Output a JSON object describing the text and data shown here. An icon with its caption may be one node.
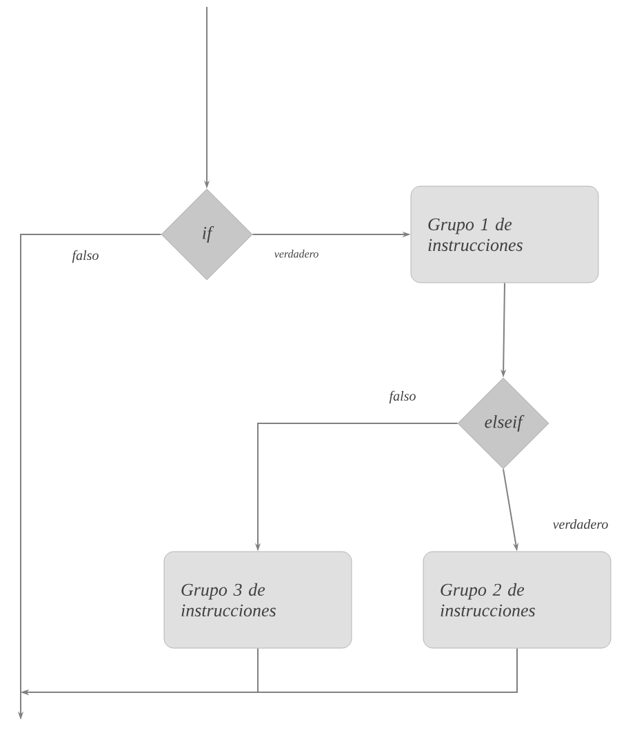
{
  "diagram": {
    "nodes": [
      {
        "text": [
          "if"
        ]
      },
      {
        "text": [
          "Grupo 1 de instrucciones"
        ]
      },
      {
        "text": [
          "elseif"
        ]
      },
      {
        "text": [
          "Grupo 3 de instrucciones"
        ]
      },
      {
        "text": [
          "Grupo 2 de instrucciones"
        ]
      }
    ],
    "edges": [
      {
        "from": null,
        "to": 0,
        "arrow": "to"
      },
      {
        "from": 0,
        "to": 1,
        "arrow": "to",
        "label": "verdadero"
      },
      {
        "from": 0,
        "to": null,
        "arrow": "to",
        "label": "falso"
      },
      {
        "from": 1,
        "to": 2,
        "arrow": "to"
      },
      {
        "from": 2,
        "to": 3,
        "arrow": "to",
        "label": "falso"
      },
      {
        "from": 2,
        "to": 4,
        "arrow": "to",
        "label": "verdadero"
      },
      {
        "from": 3,
        "to": null,
        "arrow": "to"
      },
      {
        "from": 4,
        "to": null,
        "arrow": "to"
      }
    ]
  }
}
